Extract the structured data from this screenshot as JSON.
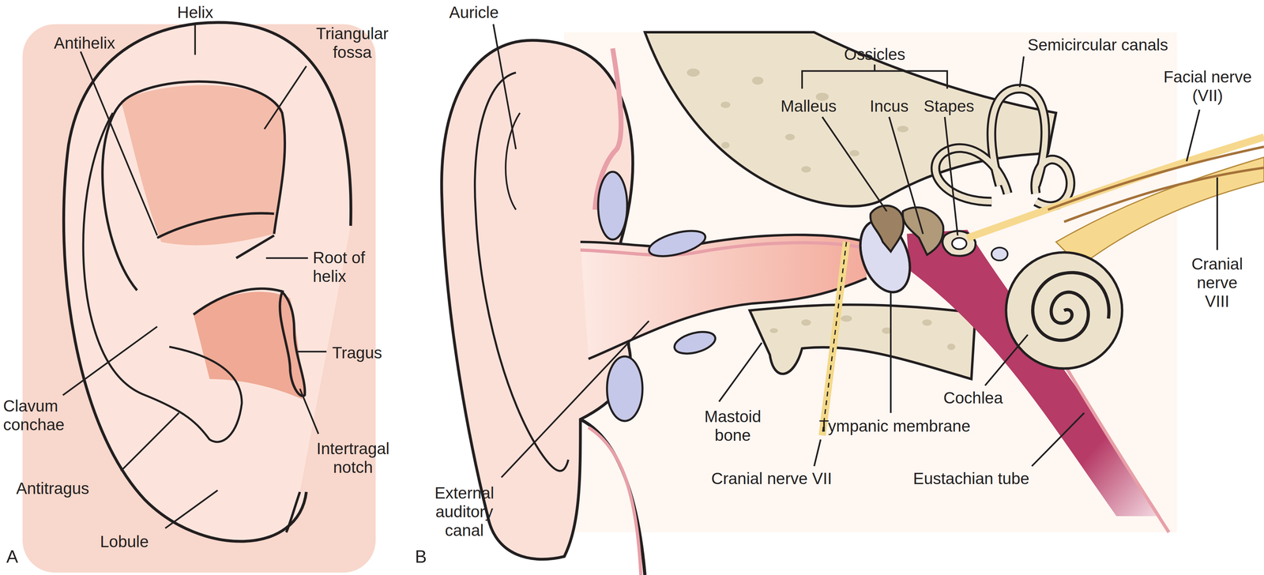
{
  "diagram": {
    "labels": [
      "Helix",
      "Antihelix",
      "Triangular fossa",
      "Root of helix",
      "Tragus",
      "Clavum conchae",
      "Intertragal notch",
      "Antitragus",
      "Lobule",
      "A",
      "Auricle",
      "Ossicles",
      "Malleus",
      "Incus",
      "Stapes",
      "Semicircular canals",
      "Facial nerve (VII)",
      "Cranial nerve VIII",
      "Mastoid bone",
      "Tympanic membrane",
      "Cochlea",
      "Cranial nerve VII",
      "Eustachian tube",
      "B",
      "External auditory canal"
    ]
  }
}
